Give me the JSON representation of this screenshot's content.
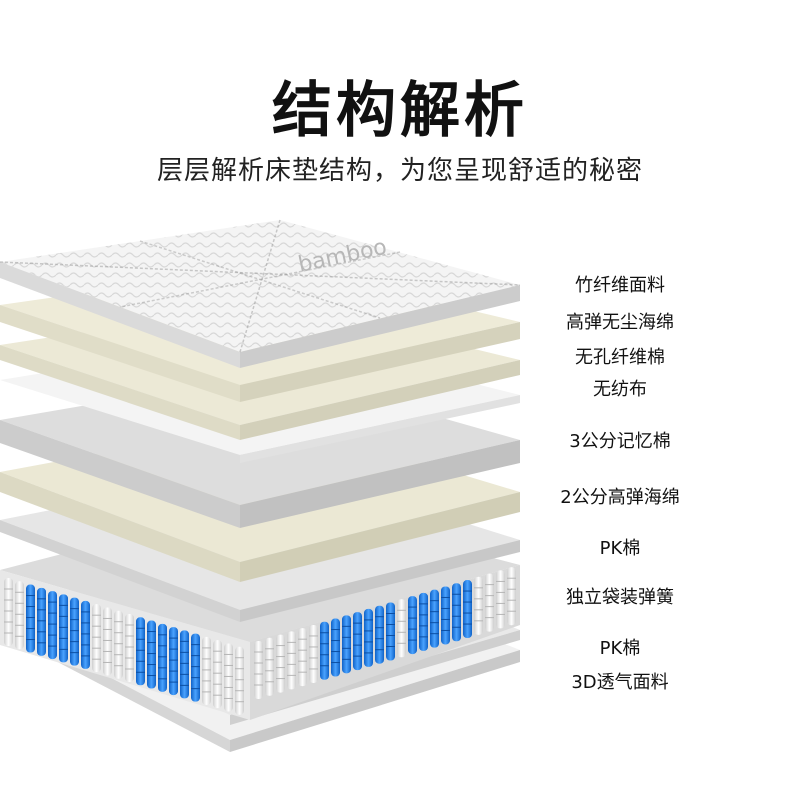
{
  "header": {
    "title": "结构解析",
    "subtitle": "层层解析床垫结构，为您呈现舒适的秘密"
  },
  "brand_text": "bamboo",
  "layers": [
    {
      "label": "竹纤维面料"
    },
    {
      "label": "高弹无尘海绵"
    },
    {
      "label": "无孔纤维棉"
    },
    {
      "label": "无纺布"
    },
    {
      "label": "3公分记忆棉"
    },
    {
      "label": "2公分高弹海绵"
    },
    {
      "label": "PK棉"
    },
    {
      "label": "独立袋装弹簧"
    },
    {
      "label": "PK棉"
    },
    {
      "label": "3D透气面料"
    }
  ],
  "colors": {
    "cream": "#ece9d6",
    "grey": "#dadada",
    "light_grey": "#efefef",
    "spring_blue": "#1e7fe0",
    "spring_white": "#f2f2f2"
  }
}
